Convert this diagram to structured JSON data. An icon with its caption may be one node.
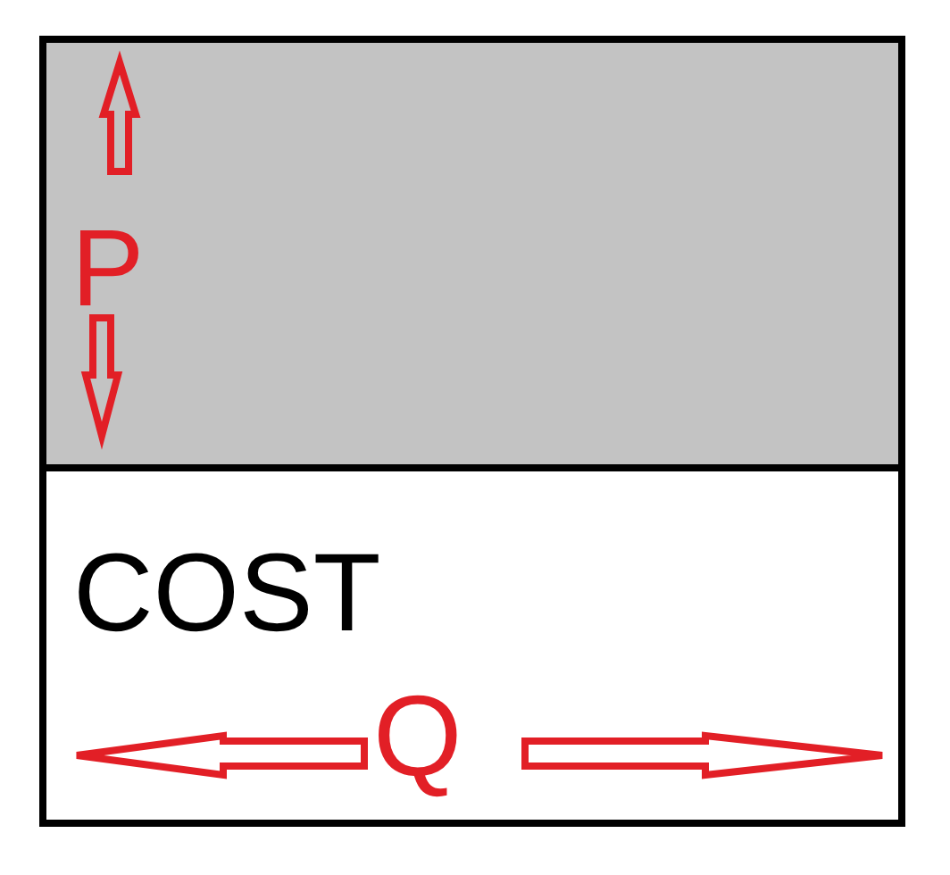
{
  "diagram": {
    "nodes": [
      {
        "text": [
          "P"
        ]
      },
      {
        "text": [
          "COST",
          "Q"
        ]
      }
    ]
  }
}
